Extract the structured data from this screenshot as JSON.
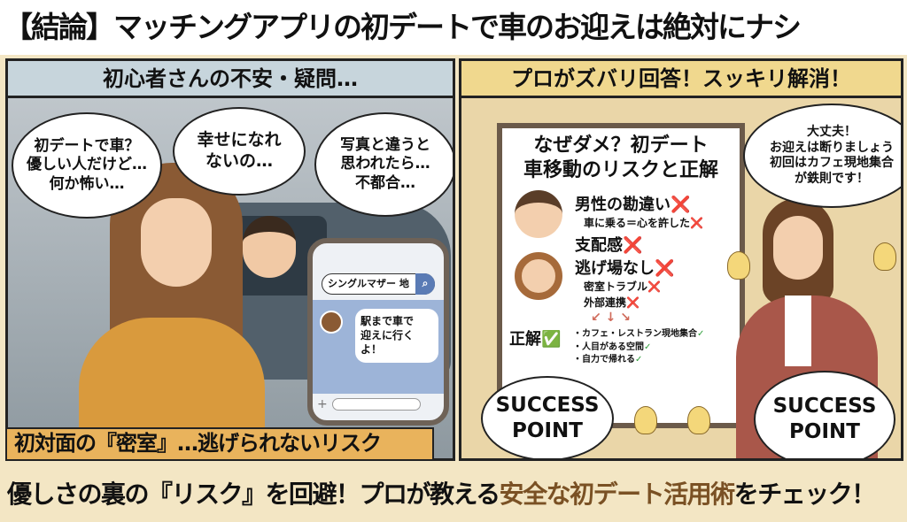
{
  "title": "【結論】マッチングアプリの初デートで車のお迎えは絶対にナシ",
  "left_panel": {
    "header": "初心者さんの不安・疑問…",
    "bubbles": [
      {
        "lines": [
          "初デートで車？",
          "優しい人だけど…",
          "何か怖い…"
        ]
      },
      {
        "lines": [
          "幸せになれ",
          "ないの…"
        ]
      },
      {
        "lines": [
          "写真と違うと",
          "思われたら…",
          "不都合…"
        ]
      }
    ],
    "phone": {
      "search_text": "シングルマザー 地",
      "search_icon": "search-icon",
      "message": [
        "駅まで車で",
        "迎えに行くよ！"
      ],
      "input_plus": "+"
    },
    "caption": "初対面の『密室』…逃げられないリスク"
  },
  "right_panel": {
    "header": "プロがズバリ回答！スッキリ解消！",
    "board": {
      "title": [
        "なぜダメ？初デート",
        "車移動のリスクと正解"
      ],
      "items": [
        {
          "text": "男性の勘違い",
          "mark": "❌"
        },
        {
          "text": "車に乗る＝心を許した",
          "mark": "❌"
        },
        {
          "text": "支配感",
          "mark": "❌"
        },
        {
          "text": "逃げ場なし",
          "mark": "❌"
        },
        {
          "text": "密室トラブル",
          "mark": "❌"
        },
        {
          "text": "外部連携",
          "mark": "❌"
        }
      ],
      "answer_label": "正解",
      "answer_mark": "✅",
      "answers": [
        "・カフェ・レストラン現地集合",
        "・人目がある空間",
        "・自力で帰れる"
      ],
      "check": "✓"
    },
    "speech": [
      "大丈夫！",
      "お迎えは断りましょう",
      "初回はカフェ現地集合",
      "が鉄則です！"
    ],
    "success_badges": [
      [
        "SUCCESS",
        "POINT"
      ],
      [
        "SUCCESS",
        "POINT"
      ]
    ]
  },
  "bottom": {
    "pre": "優しさの裏の『リスク』を回避！プロが教える",
    "highlight": "安全な初デート活用術",
    "post": "をチェック！"
  },
  "colors": {
    "highlight": "#7a5124",
    "left_header": "#c7d5dc",
    "right_header": "#f0d88e",
    "caption": "#e9b35c",
    "cross": "#d8262a",
    "check": "#2e9e3a"
  }
}
